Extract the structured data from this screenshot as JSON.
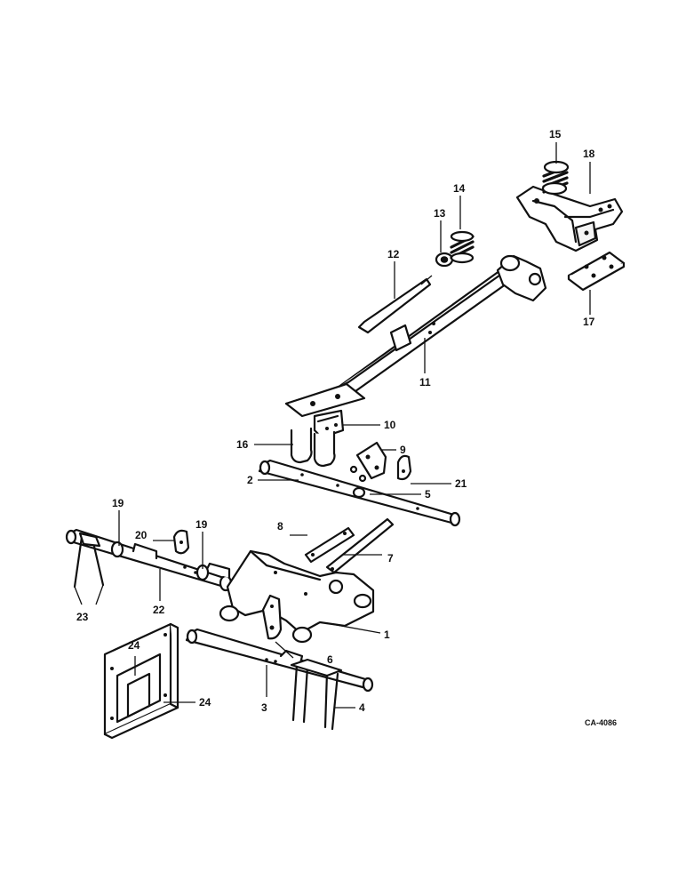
{
  "callouts": [
    "15",
    "18",
    "14",
    "13",
    "12",
    "17",
    "11",
    "10",
    "16",
    "9",
    "2",
    "5",
    "21",
    "19",
    "20",
    "19",
    "8",
    "7",
    "23",
    "22",
    "1",
    "24",
    "6",
    "24",
    "3",
    "4"
  ],
  "drawing_code": "CA-4086"
}
